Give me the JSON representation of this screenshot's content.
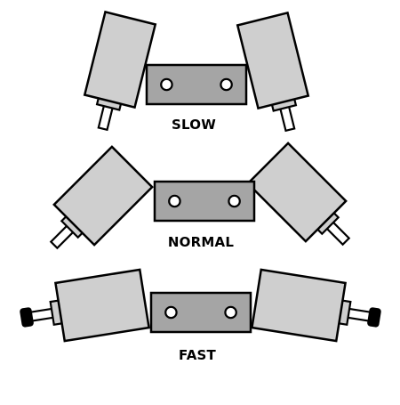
{
  "colors": {
    "body_fill": "#cfcfcf",
    "plate_fill": "#a5a5a5",
    "stroke": "#000000",
    "hole_fill": "#ffffff",
    "knob_fill": "#000000",
    "background": "#ffffff"
  },
  "configurations": [
    {
      "id": "slow",
      "label": "SLOW",
      "end_style": "plain"
    },
    {
      "id": "normal",
      "label": "NORMAL",
      "end_style": "plain"
    },
    {
      "id": "fast",
      "label": "FAST",
      "end_style": "knob"
    }
  ]
}
